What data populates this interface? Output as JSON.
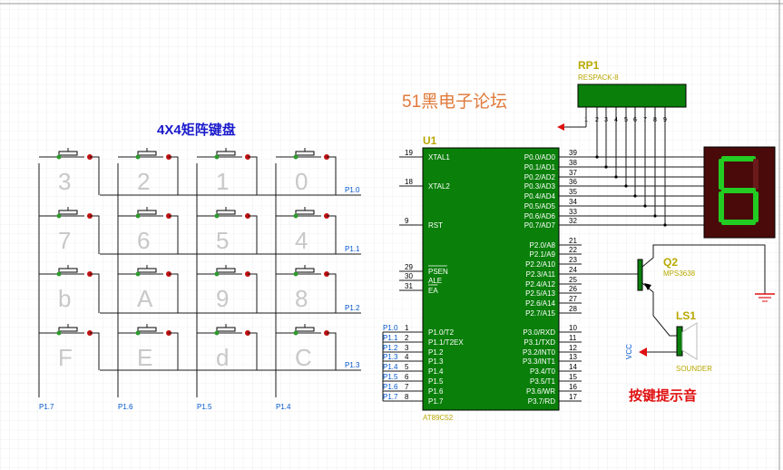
{
  "titles": {
    "keypad": "4X4矩阵键盘",
    "forum": "51黑电子论坛",
    "buzzer": "按键提示音"
  },
  "keypad": {
    "rows": [
      [
        "3",
        "2",
        "1",
        "0"
      ],
      [
        "7",
        "6",
        "5",
        "4"
      ],
      [
        "b",
        "A",
        "9",
        "8"
      ],
      [
        "F",
        "E",
        "d",
        "C"
      ]
    ],
    "row_nets": [
      "P1.0",
      "P1.1",
      "P1.2",
      "P1.3"
    ],
    "col_nets": [
      "P1.7",
      "P1.6",
      "P1.5",
      "P1.4"
    ]
  },
  "mcu": {
    "ref": "U1",
    "part": "AT89C52",
    "left_pins": [
      {
        "num": "19",
        "name": "XTAL1"
      },
      {
        "num": "18",
        "name": "XTAL2"
      },
      {
        "num": "9",
        "name": "RST"
      },
      {
        "num": "29",
        "name": "PSEN"
      },
      {
        "num": "30",
        "name": "ALE"
      },
      {
        "num": "31",
        "name": "EA"
      },
      {
        "num": "1",
        "name": "P1.0/T2"
      },
      {
        "num": "2",
        "name": "P1.1/T2EX"
      },
      {
        "num": "3",
        "name": "P1.2"
      },
      {
        "num": "4",
        "name": "P1.3"
      },
      {
        "num": "5",
        "name": "P1.4"
      },
      {
        "num": "6",
        "name": "P1.5"
      },
      {
        "num": "7",
        "name": "P1.6"
      },
      {
        "num": "8",
        "name": "P1.7"
      }
    ],
    "right_pins": [
      {
        "num": "39",
        "name": "P0.0/AD0"
      },
      {
        "num": "38",
        "name": "P0.1/AD1"
      },
      {
        "num": "37",
        "name": "P0.2/AD2"
      },
      {
        "num": "36",
        "name": "P0.3/AD3"
      },
      {
        "num": "35",
        "name": "P0.4/AD4"
      },
      {
        "num": "34",
        "name": "P0.5/AD5"
      },
      {
        "num": "33",
        "name": "P0.6/AD6"
      },
      {
        "num": "32",
        "name": "P0.7/AD7"
      },
      {
        "num": "21",
        "name": "P2.0/A8"
      },
      {
        "num": "22",
        "name": "P2.1/A9"
      },
      {
        "num": "23",
        "name": "P2.2/A10"
      },
      {
        "num": "24",
        "name": "P2.3/A11"
      },
      {
        "num": "25",
        "name": "P2.4/A12"
      },
      {
        "num": "26",
        "name": "P2.5/A13"
      },
      {
        "num": "27",
        "name": "P2.6/A14"
      },
      {
        "num": "28",
        "name": "P2.7/A15"
      },
      {
        "num": "10",
        "name": "P3.0/RXD"
      },
      {
        "num": "11",
        "name": "P3.1/TXD"
      },
      {
        "num": "12",
        "name": "P3.2/INT0"
      },
      {
        "num": "13",
        "name": "P3.3/INT1"
      },
      {
        "num": "14",
        "name": "P3.4/T0"
      },
      {
        "num": "15",
        "name": "P3.5/T1"
      },
      {
        "num": "16",
        "name": "P3.6/WR"
      },
      {
        "num": "17",
        "name": "P3.7/RD"
      }
    ],
    "port_labels": [
      "P1.0",
      "P1.1",
      "P1.2",
      "P1.3",
      "P1.4",
      "P1.5",
      "P1.6",
      "P1.7"
    ]
  },
  "resistor_pack": {
    "ref": "RP1",
    "part": "RESPACK-8",
    "pins": [
      "1",
      "2",
      "3",
      "4",
      "5",
      "6",
      "7",
      "8",
      "9"
    ]
  },
  "display": {
    "digit": "6"
  },
  "transistor": {
    "ref": "Q2",
    "part": "MPS3638"
  },
  "speaker": {
    "ref": "LS1",
    "part": "SOUNDER",
    "supply": "VCC"
  },
  "colors": {
    "component_fill": "#0a7f0a",
    "title_blue": "#1a1acc",
    "forum_orange": "#e07a3a",
    "buzzer_red": "#e01010",
    "ref_yellow": "#b8a800",
    "net_blue": "#0055cc",
    "segment_on": "#22cc22",
    "wire": "#1a1a1a"
  }
}
